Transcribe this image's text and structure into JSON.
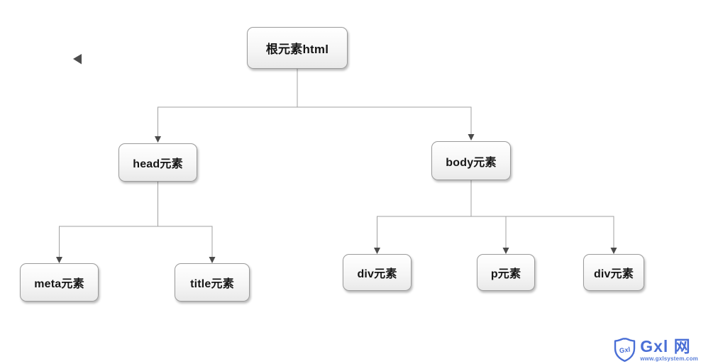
{
  "diagram": {
    "title_semantic": "HTML document element tree",
    "nodes": {
      "root": {
        "label": "根元素html"
      },
      "head": {
        "label": "head元素"
      },
      "body": {
        "label": "body元素"
      },
      "meta": {
        "label": "meta元素"
      },
      "title": {
        "label": "title元素"
      },
      "div1": {
        "label": "div元素"
      },
      "p": {
        "label": "p元素"
      },
      "div2": {
        "label": "div元素"
      }
    },
    "edges": [
      {
        "from": "root",
        "to": "head"
      },
      {
        "from": "root",
        "to": "body"
      },
      {
        "from": "head",
        "to": "meta"
      },
      {
        "from": "head",
        "to": "title"
      },
      {
        "from": "body",
        "to": "div1"
      },
      {
        "from": "body",
        "to": "p"
      },
      {
        "from": "body",
        "to": "div2"
      }
    ],
    "line_color": "#a0a0a0",
    "arrow_color": "#4a4a4a"
  },
  "icons": {
    "collapse_triangle": "◀"
  },
  "watermark": {
    "shield_text": "Gxl",
    "brand": "Gxl 网",
    "url": "www.gxlsystem.com",
    "brand_color": "#4a6fd6"
  }
}
